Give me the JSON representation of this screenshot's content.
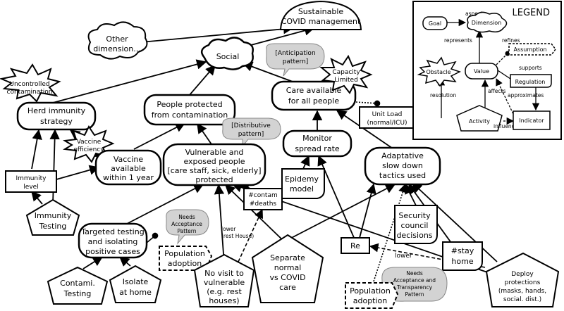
{
  "nodes": {
    "sustainable_l1": "Sustainable",
    "sustainable_l2": "COVID management",
    "other_dim_l1": "Other",
    "other_dim_l2": "dimension...",
    "social": "Social",
    "uncontrolled_l1": "Uncontrolled",
    "uncontrolled_l2": "contamination",
    "herd_l1": "Herd immunity",
    "herd_l2": "strategy",
    "people_protected_l1": "People protected",
    "people_protected_l2": "from contamination",
    "care_l1": "Care available",
    "care_l2": "for all people",
    "capacity_l1": "Capacity",
    "capacity_l2": "Limited",
    "unit_load_l1": "Unit Load",
    "unit_load_l2": "(normal/ICU)",
    "vaccine_eff_l1": "Vaccine",
    "vaccine_eff_l2": "efficiency",
    "vaccine_l1": "Vaccine",
    "vaccine_l2": "available",
    "vaccine_l3": "within 1 year",
    "vulnerable_l1": "Vulnerable and",
    "vulnerable_l2": "exposed people",
    "vulnerable_l3": "[care staff, sick, elderly]",
    "vulnerable_l4": "protected",
    "monitor_l1": "Monitor",
    "monitor_l2": "spread rate",
    "adaptative_l1": "Adaptative",
    "adaptative_l2": "slow down",
    "adaptative_l3": "tactics used",
    "immunity_level_l1": "Immunity",
    "immunity_level_l2": "level",
    "immunity_testing_l1": "Immunity",
    "immunity_testing_l2": "Testing",
    "epidemy_l1": "Epidemy",
    "epidemy_l2": "model",
    "contam_deaths_l1": "#contam",
    "contam_deaths_l2": "#deaths",
    "targeted_l1": "Targeted testing",
    "targeted_l2": "and isolating",
    "targeted_l3": "positive cases",
    "pop_adopt1_l1": "Population",
    "pop_adopt1_l2": "adoption",
    "contami_l1": "Contami.",
    "contami_l2": "Testing",
    "isolate_l1": "Isolate",
    "isolate_l2": "at home",
    "novisit_l1": "No visit to",
    "novisit_l2": "vulnerable",
    "novisit_l3": "(e.g. rest",
    "novisit_l4": "houses)",
    "separate_l1": "Separate",
    "separate_l2": "normal",
    "separate_l3": "vs COVID",
    "separate_l4": "care",
    "re": "Re",
    "security_l1": "Security",
    "security_l2": "council",
    "security_l3": "decisions",
    "stay_l1": "#stay",
    "stay_l2": "home",
    "deploy_l1": "Deploy",
    "deploy_l2": "protections",
    "deploy_l3": "(masks, hands,",
    "deploy_l4": "social. dist.)",
    "pop_adopt2_l1": "Population",
    "pop_adopt2_l2": "adoption"
  },
  "callouts": {
    "anticipation_l1": "[Anticipation",
    "anticipation_l2": "pattern]",
    "distributive_l1": "[Distributive",
    "distributive_l2": "pattern]",
    "needs_acc_l1": "Needs",
    "needs_acc_l2": "Acceptance",
    "needs_acc_l3": "Pattern",
    "needs_acc_tr_l1": "Needs",
    "needs_acc_tr_l2": "Acceptance and",
    "needs_acc_tr_l3": "Transparency",
    "needs_acc_tr_l4": "Pattern"
  },
  "edge_labels": {
    "lower_rest_l1": "lower",
    "lower_rest_l2": "(rest House)",
    "lower_re": "lower"
  },
  "legend": {
    "title": "LEGEND",
    "goal": "Goal",
    "dimension": "Dimension",
    "aspect": "aspect",
    "represents": "represents",
    "refines": "refines",
    "assumption": "Assumption",
    "obstacle": "Obstacle",
    "value": "Value",
    "supports": "supports",
    "regulation": "Regulation",
    "resolution": "resolution",
    "affects": "affects",
    "approximates": "approximates",
    "activity": "Activity",
    "influence": "influence",
    "indicator": "Indicator"
  }
}
